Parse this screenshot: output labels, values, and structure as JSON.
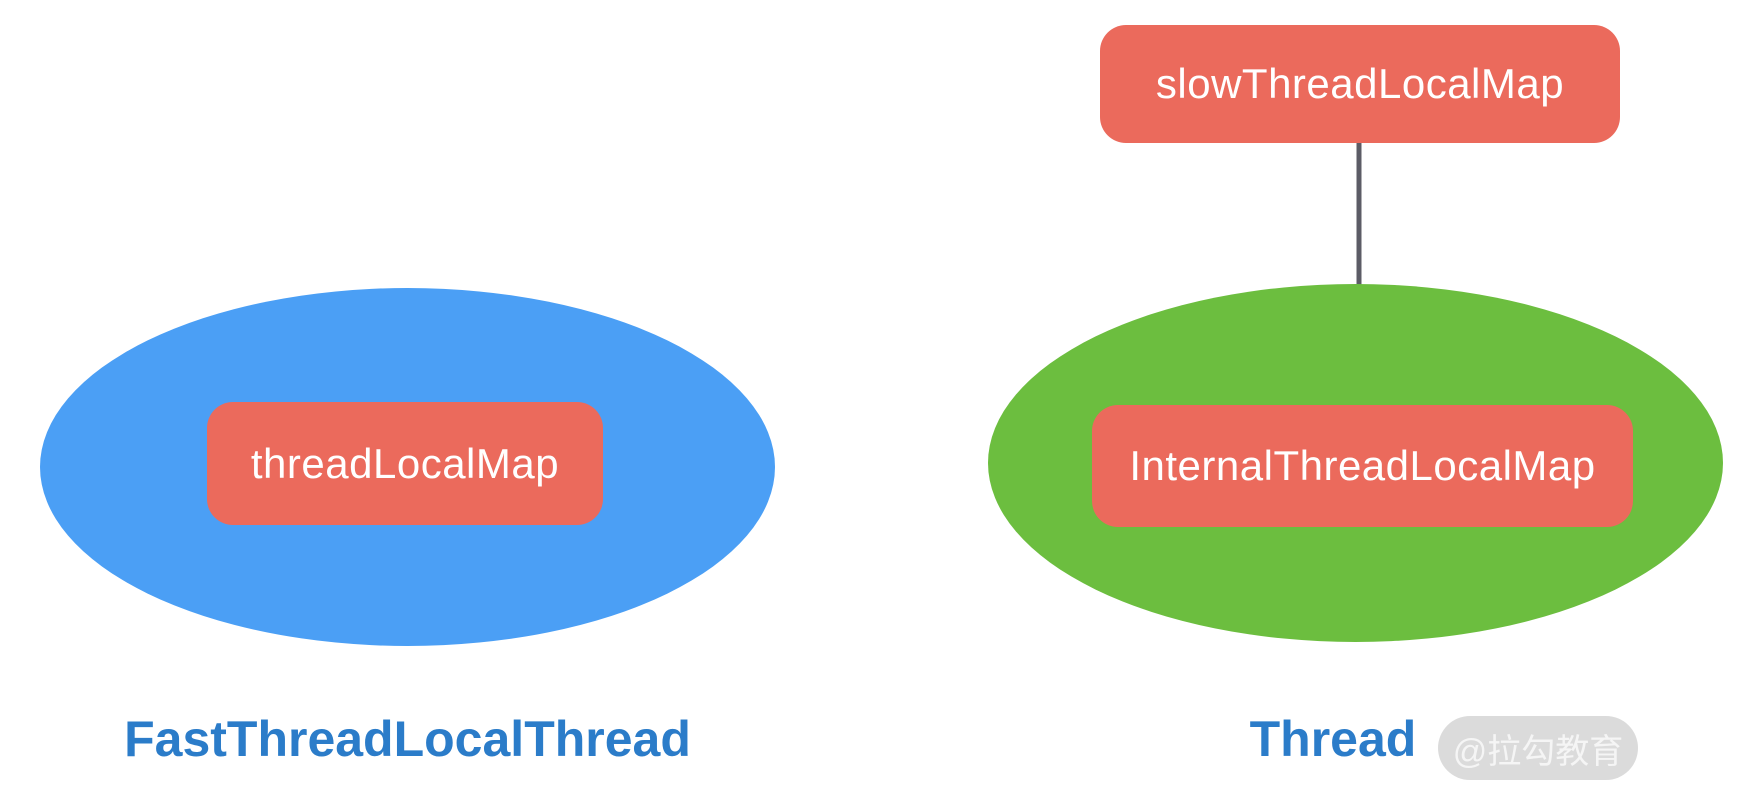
{
  "colors": {
    "blue_ellipse": "#4B9FF5",
    "green_ellipse": "#6CBE3F",
    "box_red": "#EB6A5C",
    "box_text": "#FFFFFF",
    "caption_blue": "#2B7CC9",
    "arrow_gray": "#5C5C66",
    "watermark_bg": "#DBDBDB",
    "watermark_text": "#F5F5F5"
  },
  "diagram": {
    "fast_thread": {
      "caption": "FastThreadLocalThread",
      "map_box": "threadLocalMap"
    },
    "thread": {
      "caption": "Thread",
      "slow_box": "slowThreadLocalMap",
      "map_box": "InternalThreadLocalMap"
    },
    "watermark": "@拉勾教育"
  }
}
